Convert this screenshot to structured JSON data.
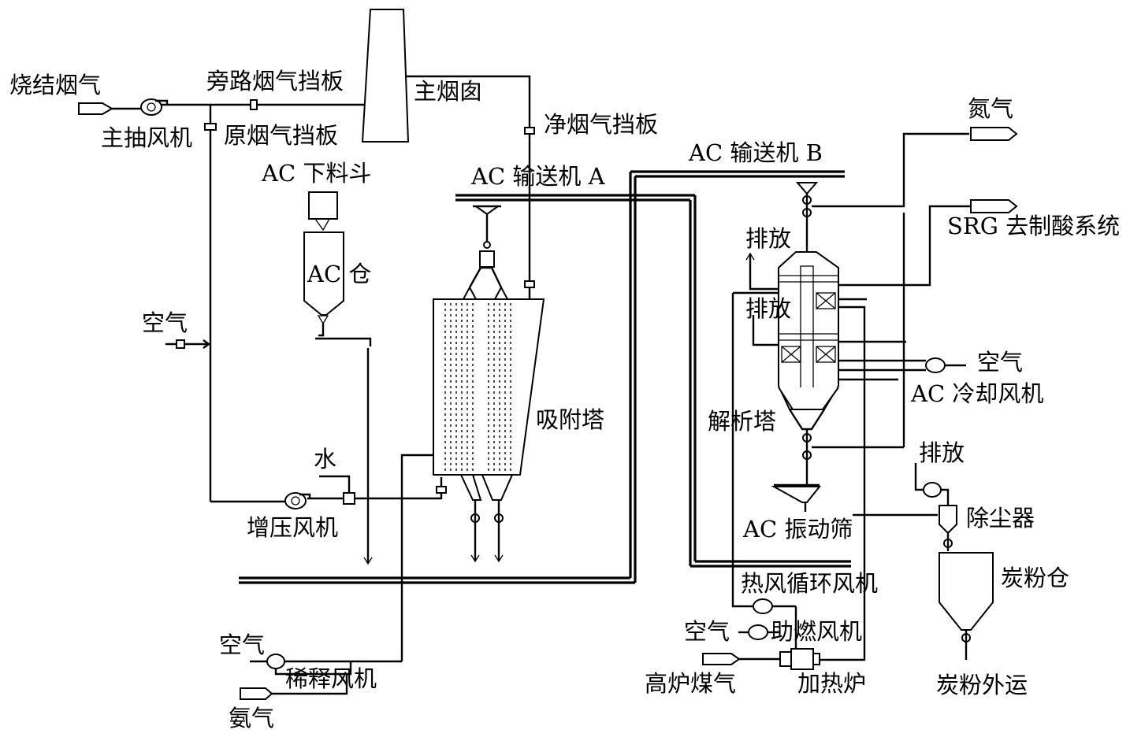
{
  "labels": {
    "sinter_flue_gas": "烧结烟气",
    "main_exhaust_fan": "主抽风机",
    "bypass_damper": "旁路烟气挡板",
    "raw_gas_damper": "原烟气挡板",
    "main_chimney": "主烟囱",
    "clean_gas_damper": "净烟气挡板",
    "ac_hopper": "AC 下料斗",
    "ac_bin": "AC 仓",
    "ac_conveyor_a": "AC 输送机 A",
    "ac_conveyor_b": "AC 输送机 B",
    "air_left": "空气",
    "adsorption_tower": "吸附塔",
    "water": "水",
    "booster_fan": "增压风机",
    "nitrogen": "氮气",
    "srg": "SRG 去制酸系统",
    "vent_1": "排放",
    "vent_2": "排放",
    "air_cooling": "空气",
    "ac_cooling_fan": "AC 冷却风机",
    "desorption_tower": "解析塔",
    "vent_3": "排放",
    "dust_collector": "除尘器",
    "ac_screen": "AC 振动筛",
    "carbon_powder_bin": "炭粉仓",
    "hot_air_fan": "热风循环风机",
    "air_combustion": "空气",
    "combustion_fan": "助燃风机",
    "blast_furnace_gas": "高炉煤气",
    "heating_furnace": "加热炉",
    "carbon_export": "炭粉外运",
    "air_dilution": "空气",
    "dilution_fan": "稀释风机",
    "ammonia": "氨气"
  }
}
